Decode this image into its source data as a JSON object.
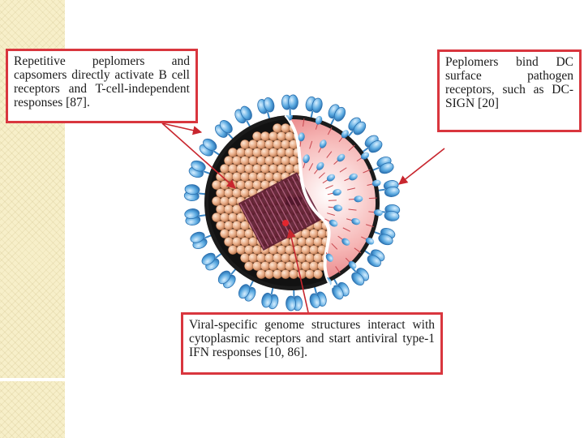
{
  "callouts": {
    "b_cell_activation": "Repetitive peplomers and capsomers directly activate B cell receptors and T-cell-independent responses [87].",
    "dc_receptors": "Peplomers bind DC surface pathogen receptors, such as DC-SIGN [20]",
    "ifn_response": "Viral-specific genome structures interact with cytoplasmic receptors and start antiviral type-1 IFN responses [10, 86]."
  },
  "colors": {
    "callout_border": "#d9363e",
    "arrow": "#c8262e",
    "peplomer": "#4a9ad6",
    "capsomer": "#e9b08c",
    "envelope": "#e76a6e",
    "core": "#151515",
    "genome": "#7a2440"
  }
}
